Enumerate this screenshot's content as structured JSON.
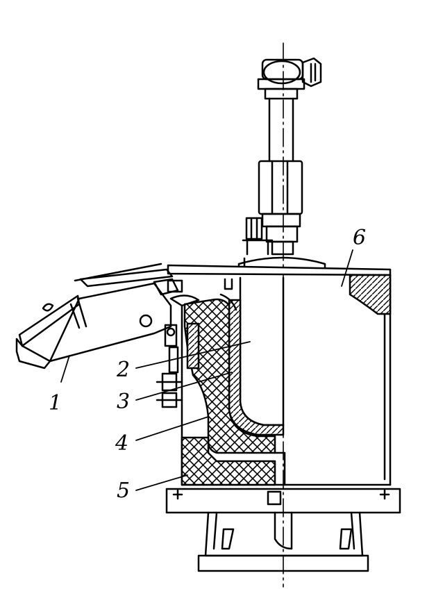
{
  "colors": {
    "ink": "#000000",
    "paper": "#ffffff"
  },
  "callouts": {
    "c1": "1",
    "c2": "2",
    "c3": "3",
    "c4": "4",
    "c5": "5",
    "c6": "6"
  }
}
